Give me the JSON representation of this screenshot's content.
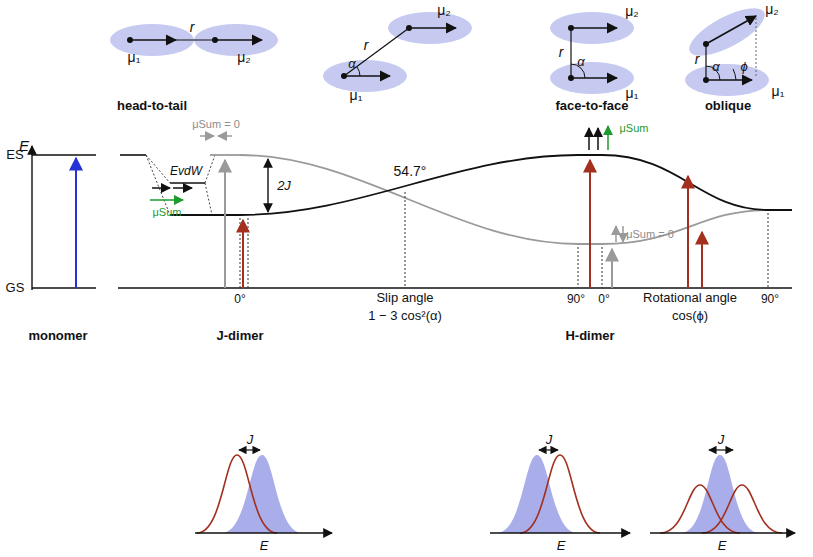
{
  "diagram": {
    "labels": [
      "μ₁",
      "r",
      "μ₂",
      "μ₂",
      "r",
      "α",
      "μ₁",
      "μ₂",
      "r",
      "α",
      "μ₁",
      "μ₂",
      "r",
      "α",
      "ϕ",
      "μ₁",
      "head-to-tail",
      "face-to-face",
      "oblique",
      "E",
      "ES",
      "GS",
      "μSum = 0",
      "EvdW",
      "2J",
      "54.7°",
      "μSum",
      "μSum = 0",
      "μSum",
      "0°",
      "Slip angle",
      "1 − 3 cos²(α)",
      "90°",
      "0°",
      "Rotational angle",
      "cos(ϕ)",
      "90°",
      "monomer",
      "J-dimer",
      "H-dimer",
      "J",
      "E",
      "J",
      "E",
      "J",
      "E"
    ]
  }
}
